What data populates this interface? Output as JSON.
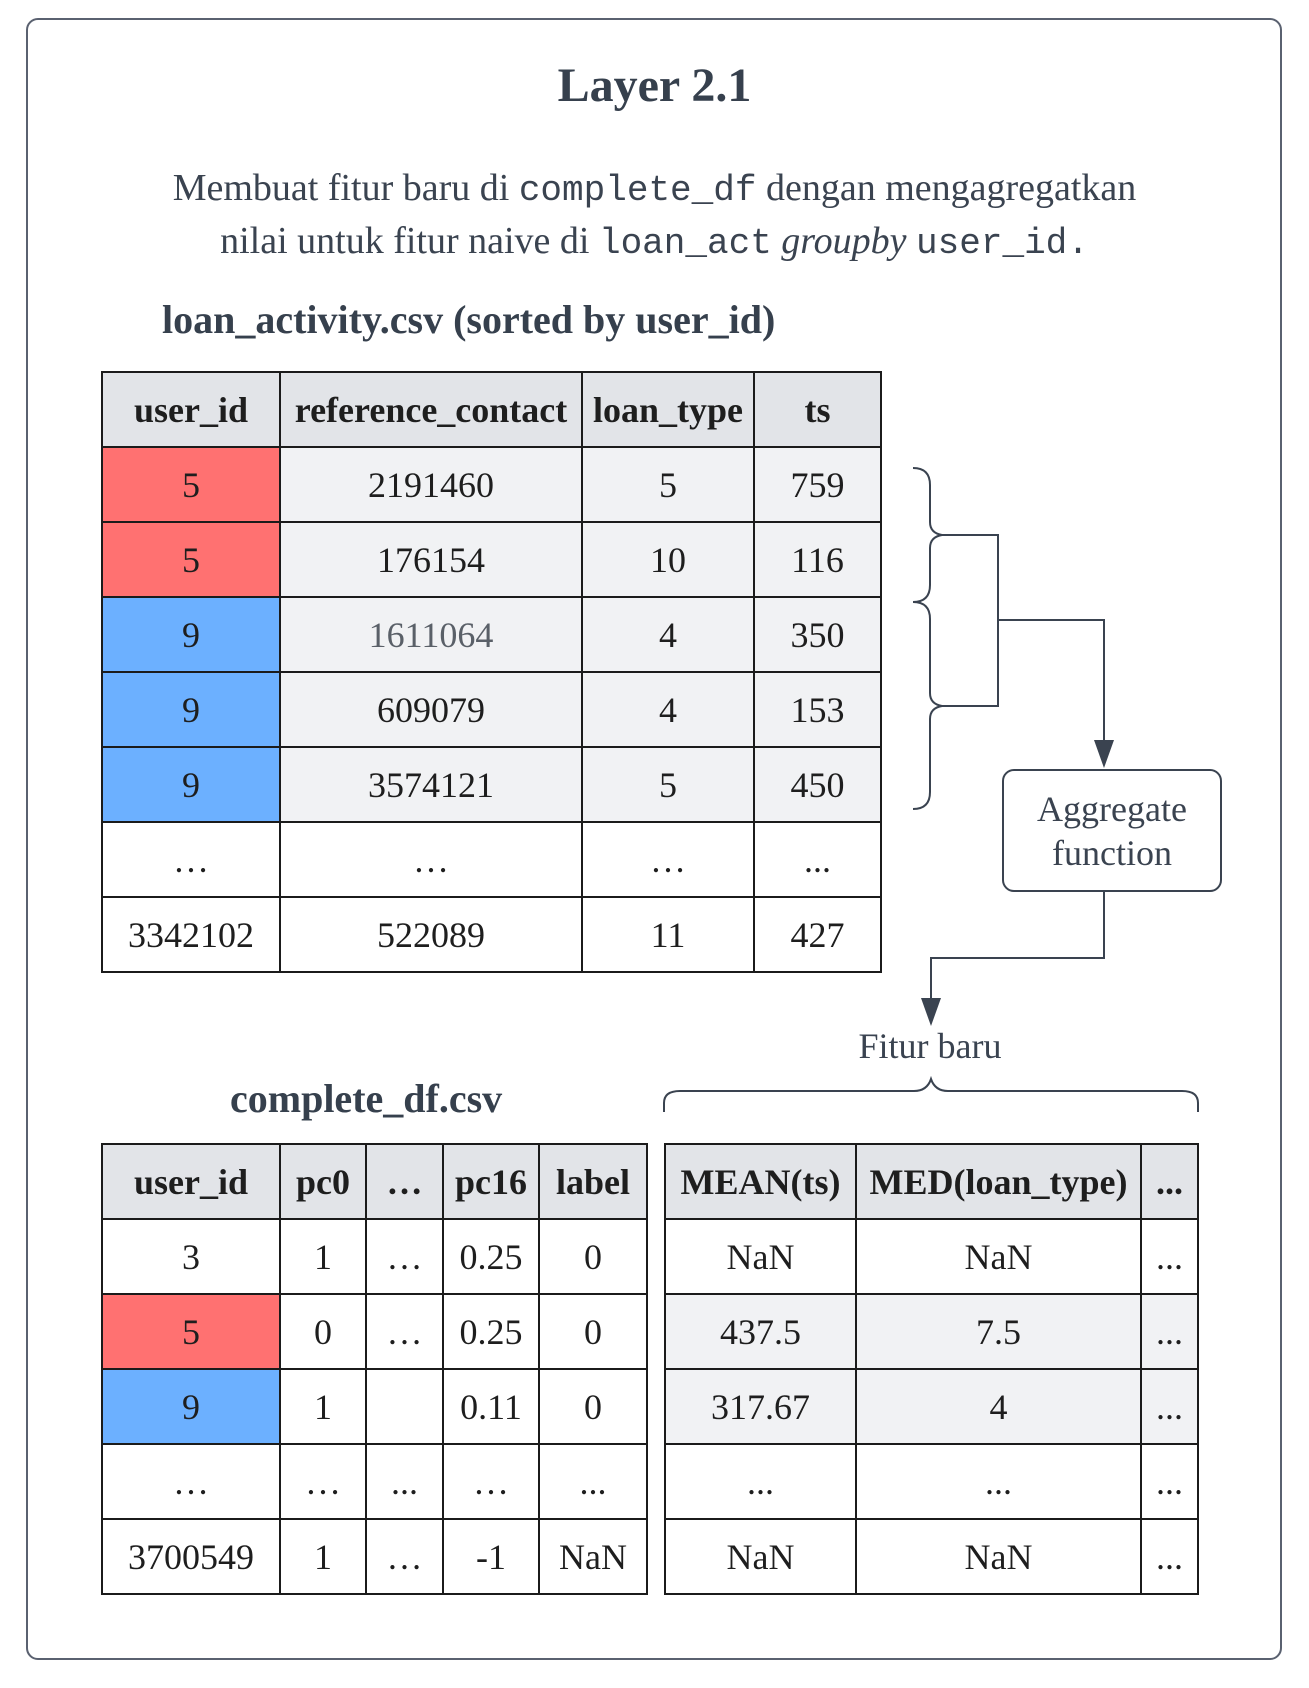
{
  "title": "Layer 2.1",
  "description": {
    "line1_pre": "Membuat fitur baru di ",
    "line1_code": "complete_df",
    "line1_post": " dengan mengagregatkan",
    "line2_pre": "nilai untuk fitur naive di ",
    "line2_code": "loan_act",
    "line2_italic": "groupby",
    "line2_code2": "user_id",
    "line2_end": "."
  },
  "loan_table": {
    "caption": "loan_activity.csv (sorted by user_id)",
    "headers": [
      "user_id",
      "reference_contact",
      "loan_type",
      "ts"
    ],
    "rows": [
      [
        "5",
        "2191460",
        "5",
        "759"
      ],
      [
        "5",
        "176154",
        "10",
        "116"
      ],
      [
        "9",
        "1611064",
        "4",
        "350"
      ],
      [
        "9",
        "609079",
        "4",
        "153"
      ],
      [
        "9",
        "3574121",
        "5",
        "450"
      ],
      [
        "…",
        "…",
        "…",
        "..."
      ],
      [
        "3342102",
        "522089",
        "11",
        "427"
      ]
    ]
  },
  "aggregate": {
    "line1": "Aggregate",
    "line2": "function"
  },
  "fitur_baru_label": "Fitur baru",
  "complete_table": {
    "caption": "complete_df.csv",
    "headers": [
      "user_id",
      "pc0",
      "…",
      "pc16",
      "label"
    ],
    "rows": [
      [
        "3",
        "1",
        "…",
        "0.25",
        "0"
      ],
      [
        "5",
        "0",
        "…",
        "0.25",
        "0"
      ],
      [
        "9",
        "1",
        "",
        "0.11",
        "0"
      ],
      [
        "…",
        "…",
        "...",
        "…",
        "..."
      ],
      [
        "3700549",
        "1",
        "…",
        "-1",
        "NaN"
      ]
    ]
  },
  "new_features_table": {
    "headers": [
      "MEAN(ts)",
      "MED(loan_type)",
      "..."
    ],
    "rows": [
      [
        "NaN",
        "NaN",
        "..."
      ],
      [
        "437.5",
        "7.5",
        "..."
      ],
      [
        "317.67",
        "4",
        "..."
      ],
      [
        "...",
        "...",
        "..."
      ],
      [
        "NaN",
        "NaN",
        "..."
      ]
    ]
  },
  "colors": {
    "user_5": "#ff7171",
    "user_9": "#6cb0ff",
    "header": "#e2e4e8",
    "highlight_row": "#f1f2f4"
  }
}
